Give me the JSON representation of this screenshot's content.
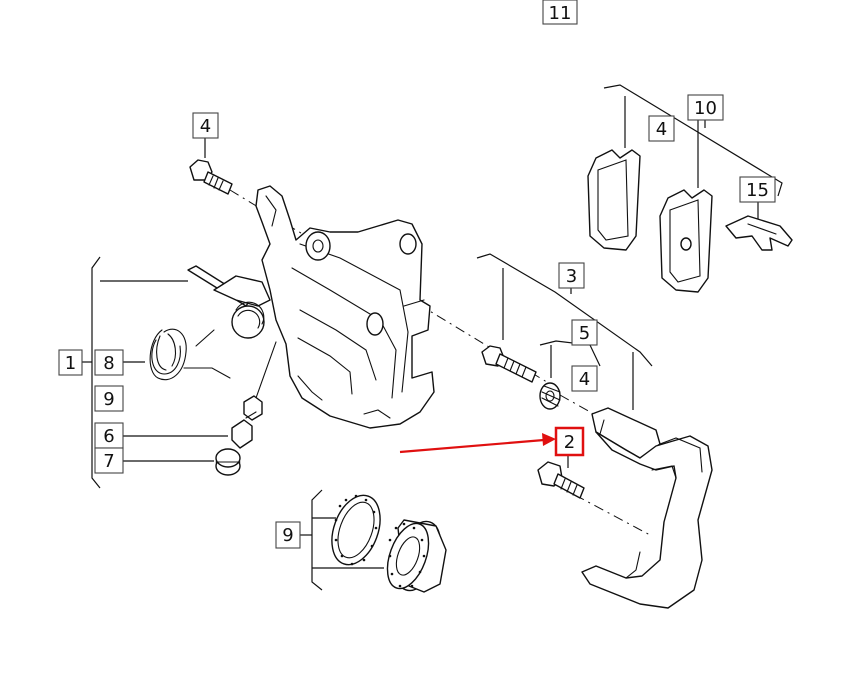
{
  "callouts": {
    "c11": "11",
    "c4_bolt": "4",
    "c10": "10",
    "c4_pads": "4",
    "c15": "15",
    "c3": "3",
    "c5": "5",
    "c4_pin": "4",
    "c1": "1",
    "c8": "8",
    "c9_left": "9",
    "c6": "6",
    "c7": "7",
    "c2": "2",
    "c9_bottom": "9"
  },
  "highlight": {
    "target": "2",
    "color": "#e01010"
  }
}
